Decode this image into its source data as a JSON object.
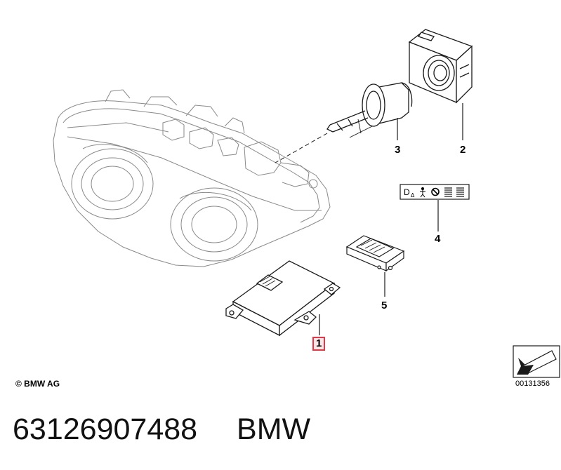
{
  "callouts": {
    "item1": "1",
    "item2": "2",
    "item3": "3",
    "item4": "4",
    "item5": "5"
  },
  "copyright": "© BMW AG",
  "diagram_id": "00131356",
  "label_symbols": {
    "d_a": "D",
    "triangle": "Δ"
  },
  "footer": {
    "part_number": "63126907488",
    "brand": "BMW"
  },
  "colors": {
    "line": "#1a1a1a",
    "faint_line": "#8a8a8a",
    "highlight_border": "#e03a4a",
    "highlight_fill": "#fde6e8"
  }
}
